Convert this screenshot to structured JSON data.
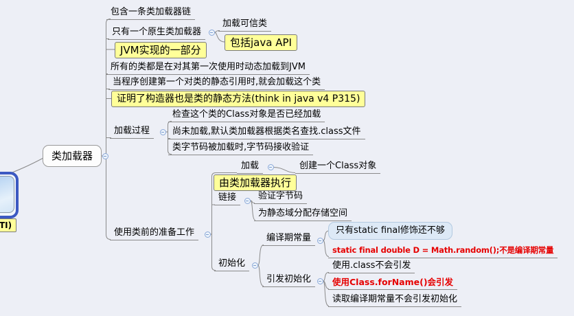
{
  "colors": {
    "background": "#edeff6",
    "highlight_yellow": "#ffff99",
    "alert_red": "#e60000",
    "note_bubble_fill": "#dde9f6",
    "note_bubble_border": "#b2c9e0",
    "root_selection_border": "#3c59c2",
    "edge_gray": "#8a8a8a",
    "fold_circle_border": "#8aa8d8"
  },
  "icons": {
    "fold_collapse": "minus-circle-icon"
  },
  "partial_root": {
    "note_fragment": "TI)"
  },
  "map": {
    "text": "类加载器",
    "children": [
      {
        "text": "包含一条类加载器链"
      },
      {
        "text": "只有一个原生类加载器",
        "children": [
          {
            "text": "加载可信类"
          },
          {
            "text": "包括java API",
            "style": "yellow"
          }
        ]
      },
      {
        "text": "JVM实现的一部分",
        "style": "yellow"
      },
      {
        "text": "所有的类都是在对其第一次使用时动态加载到JVM"
      },
      {
        "text": "当程序创建第一个对类的静态引用时,就会加载这个类"
      },
      {
        "text": "证明了构造器也是类的静态方法(think in java v4 P315)",
        "style": "yellow"
      },
      {
        "text": "加载过程",
        "children": [
          {
            "text": "检查这个类的Class对象是否已经加载"
          },
          {
            "text": "尚未加载,默认类加载器根据类名查找.class文件"
          },
          {
            "text": "类字节码被加载时,字节码接收验证"
          }
        ]
      },
      {
        "text": "使用类前的准备工作",
        "children": [
          {
            "text": "加载",
            "children": [
              {
                "text": "创建一个Class对象"
              }
            ]
          },
          {
            "text": "由类加载器执行",
            "style": "yellow"
          },
          {
            "text": "链接",
            "children": [
              {
                "text": "验证字节码"
              },
              {
                "text": "为静态域分配存储空间"
              }
            ]
          },
          {
            "text": "初始化",
            "children": [
              {
                "text": "编译期常量",
                "children": [
                  {
                    "text": "只有static final修饰还不够",
                    "style": "blue-bubble"
                  },
                  {
                    "text": "static final double D = Math.random();不是编译期常量",
                    "style": "red"
                  }
                ]
              },
              {
                "text": "引发初始化",
                "children": [
                  {
                    "text": "使用.class不会引发"
                  },
                  {
                    "text": "使用Class.forName()会引发",
                    "style": "red"
                  },
                  {
                    "text": "读取编译期常量不会引发初始化"
                  }
                ]
              }
            ]
          }
        ]
      }
    ]
  }
}
